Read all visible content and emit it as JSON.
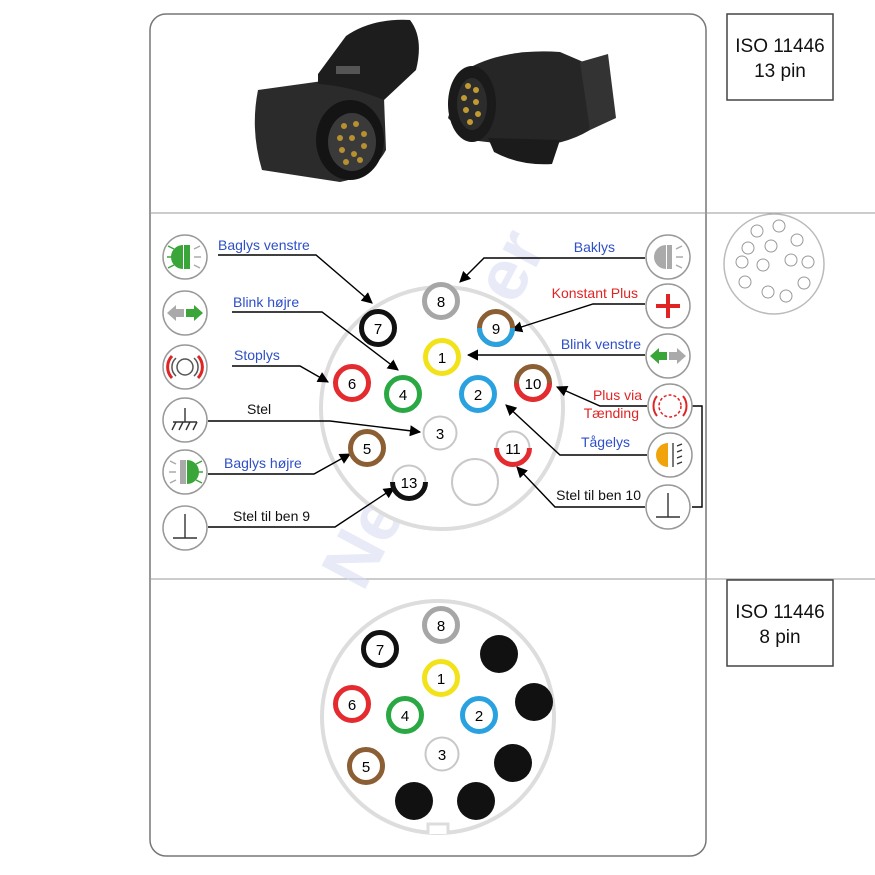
{
  "iso_labels": {
    "top_line1": "ISO 11446",
    "top_line2": "13 pin",
    "bottom_line1": "ISO 11446",
    "bottom_line2": "8 pin"
  },
  "watermark": "Netfixhaller",
  "colors": {
    "black": "#1a1a1a",
    "grey": "#a6a6a6",
    "brown": "#8b5e34",
    "blue_label": "#2e4fc7",
    "red_label": "#e02424",
    "pin_red": "#e32b30",
    "pin_green": "#2aa843",
    "pin_yellow": "#f1e21a",
    "pin_blue": "#2aa2e0",
    "lamp_green": "#3aa63a",
    "fog_orange": "#f0a30a",
    "frame": "#777777"
  },
  "pin_numbers": {
    "p1": "1",
    "p2": "2",
    "p3": "3",
    "p4": "4",
    "p5": "5",
    "p6": "6",
    "p7": "7",
    "p8": "8",
    "p9": "9",
    "p10": "10",
    "p11": "11",
    "p13": "13"
  },
  "labels": {
    "baglys_venstre": "Baglys venstre",
    "blink_hojre": "Blink højre",
    "stoplys": "Stoplys",
    "stel": "Stel",
    "baglys_hojre": "Baglys højre",
    "stel_ben9": "Stel til ben 9",
    "baklys": "Baklys",
    "konstant_plus": "Konstant Plus",
    "blink_venstre": "Blink venstre",
    "plus_via": "Plus via",
    "taending": "Tænding",
    "tagelys": "Tågelys",
    "stel_ben10": "Stel til ben 10"
  },
  "icons": {
    "left": [
      "tail-light-left-icon",
      "turn-signal-right-icon",
      "brake-light-icon",
      "ground-icon",
      "tail-light-right-icon",
      "ground-pin9-icon"
    ],
    "right": [
      "reverse-light-icon",
      "plus-icon",
      "turn-signal-left-icon",
      "ignition-icon",
      "fog-light-icon",
      "ground-pin10-icon"
    ]
  }
}
